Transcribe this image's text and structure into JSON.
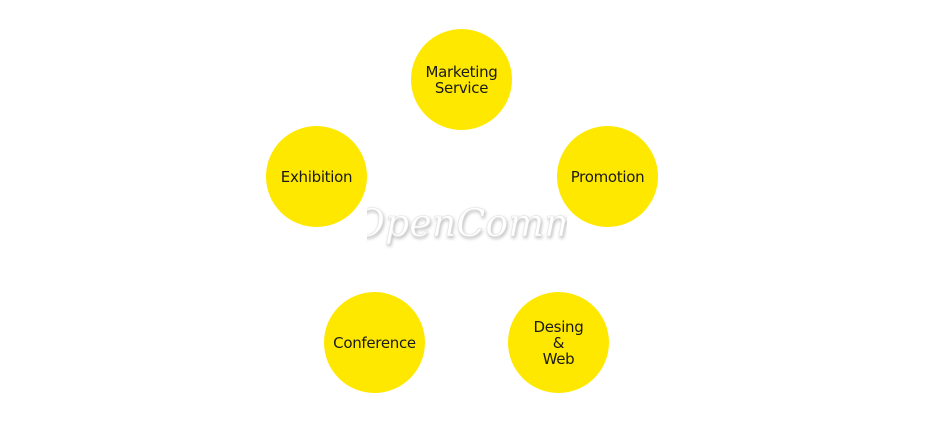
{
  "diagram": {
    "center_logo": "OpenComm",
    "nodes": [
      {
        "id": "marketing",
        "label": "Marketing\nService"
      },
      {
        "id": "promotion",
        "label": "Promotion"
      },
      {
        "id": "exhibition",
        "label": "Exhibition"
      },
      {
        "id": "conference",
        "label": "Conference"
      },
      {
        "id": "design",
        "label": "Desing\n&\nWeb"
      }
    ]
  },
  "colors": {
    "node_fill": "#ffe800",
    "node_text": "#1a1a1a",
    "background": "#ffffff",
    "logo_fill": "#ffffff",
    "logo_shadow": "#cfcfcf"
  }
}
